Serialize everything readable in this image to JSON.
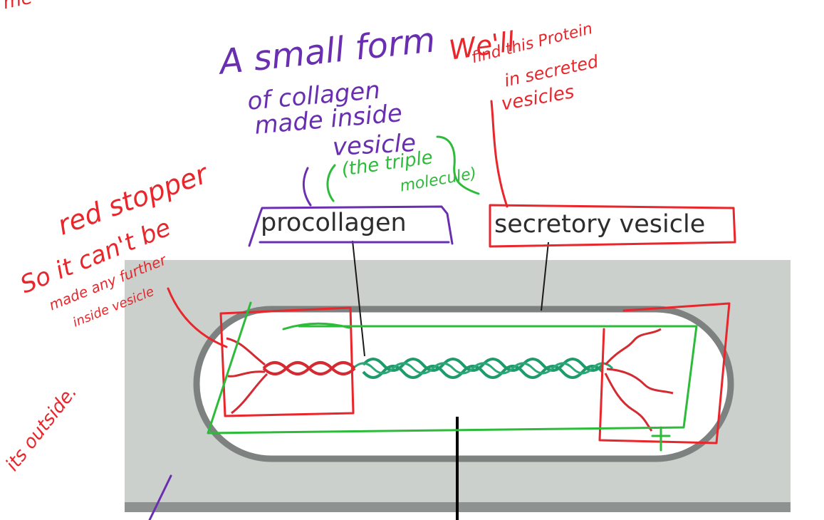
{
  "labels": {
    "procollagen": "procollagen",
    "secretory_vesicle": "secretory vesicle"
  },
  "annotations": {
    "purple_note": [
      "A small form",
      "of collagen",
      "made inside",
      "vesicle"
    ],
    "red_note_top": [
      "We'll",
      "find this Protein",
      "in secreted",
      "vesicles"
    ],
    "green_note": [
      "(the triple",
      "molecule)"
    ],
    "red_note_left": [
      "red stopper",
      "So it can't be",
      "made any further",
      "inside vesicle"
    ],
    "red_outside": "its outside.",
    "red_top_left": "me"
  },
  "colors": {
    "purple_ink": "#6a2fb0",
    "red_ink": "#e8262b",
    "green_ink": "#2dbb3a",
    "cell_grey": "#cbd0cd",
    "vesicle_border": "#7d8280",
    "helix_green": "#1f9a6a",
    "helix_red": "#d42a32"
  }
}
